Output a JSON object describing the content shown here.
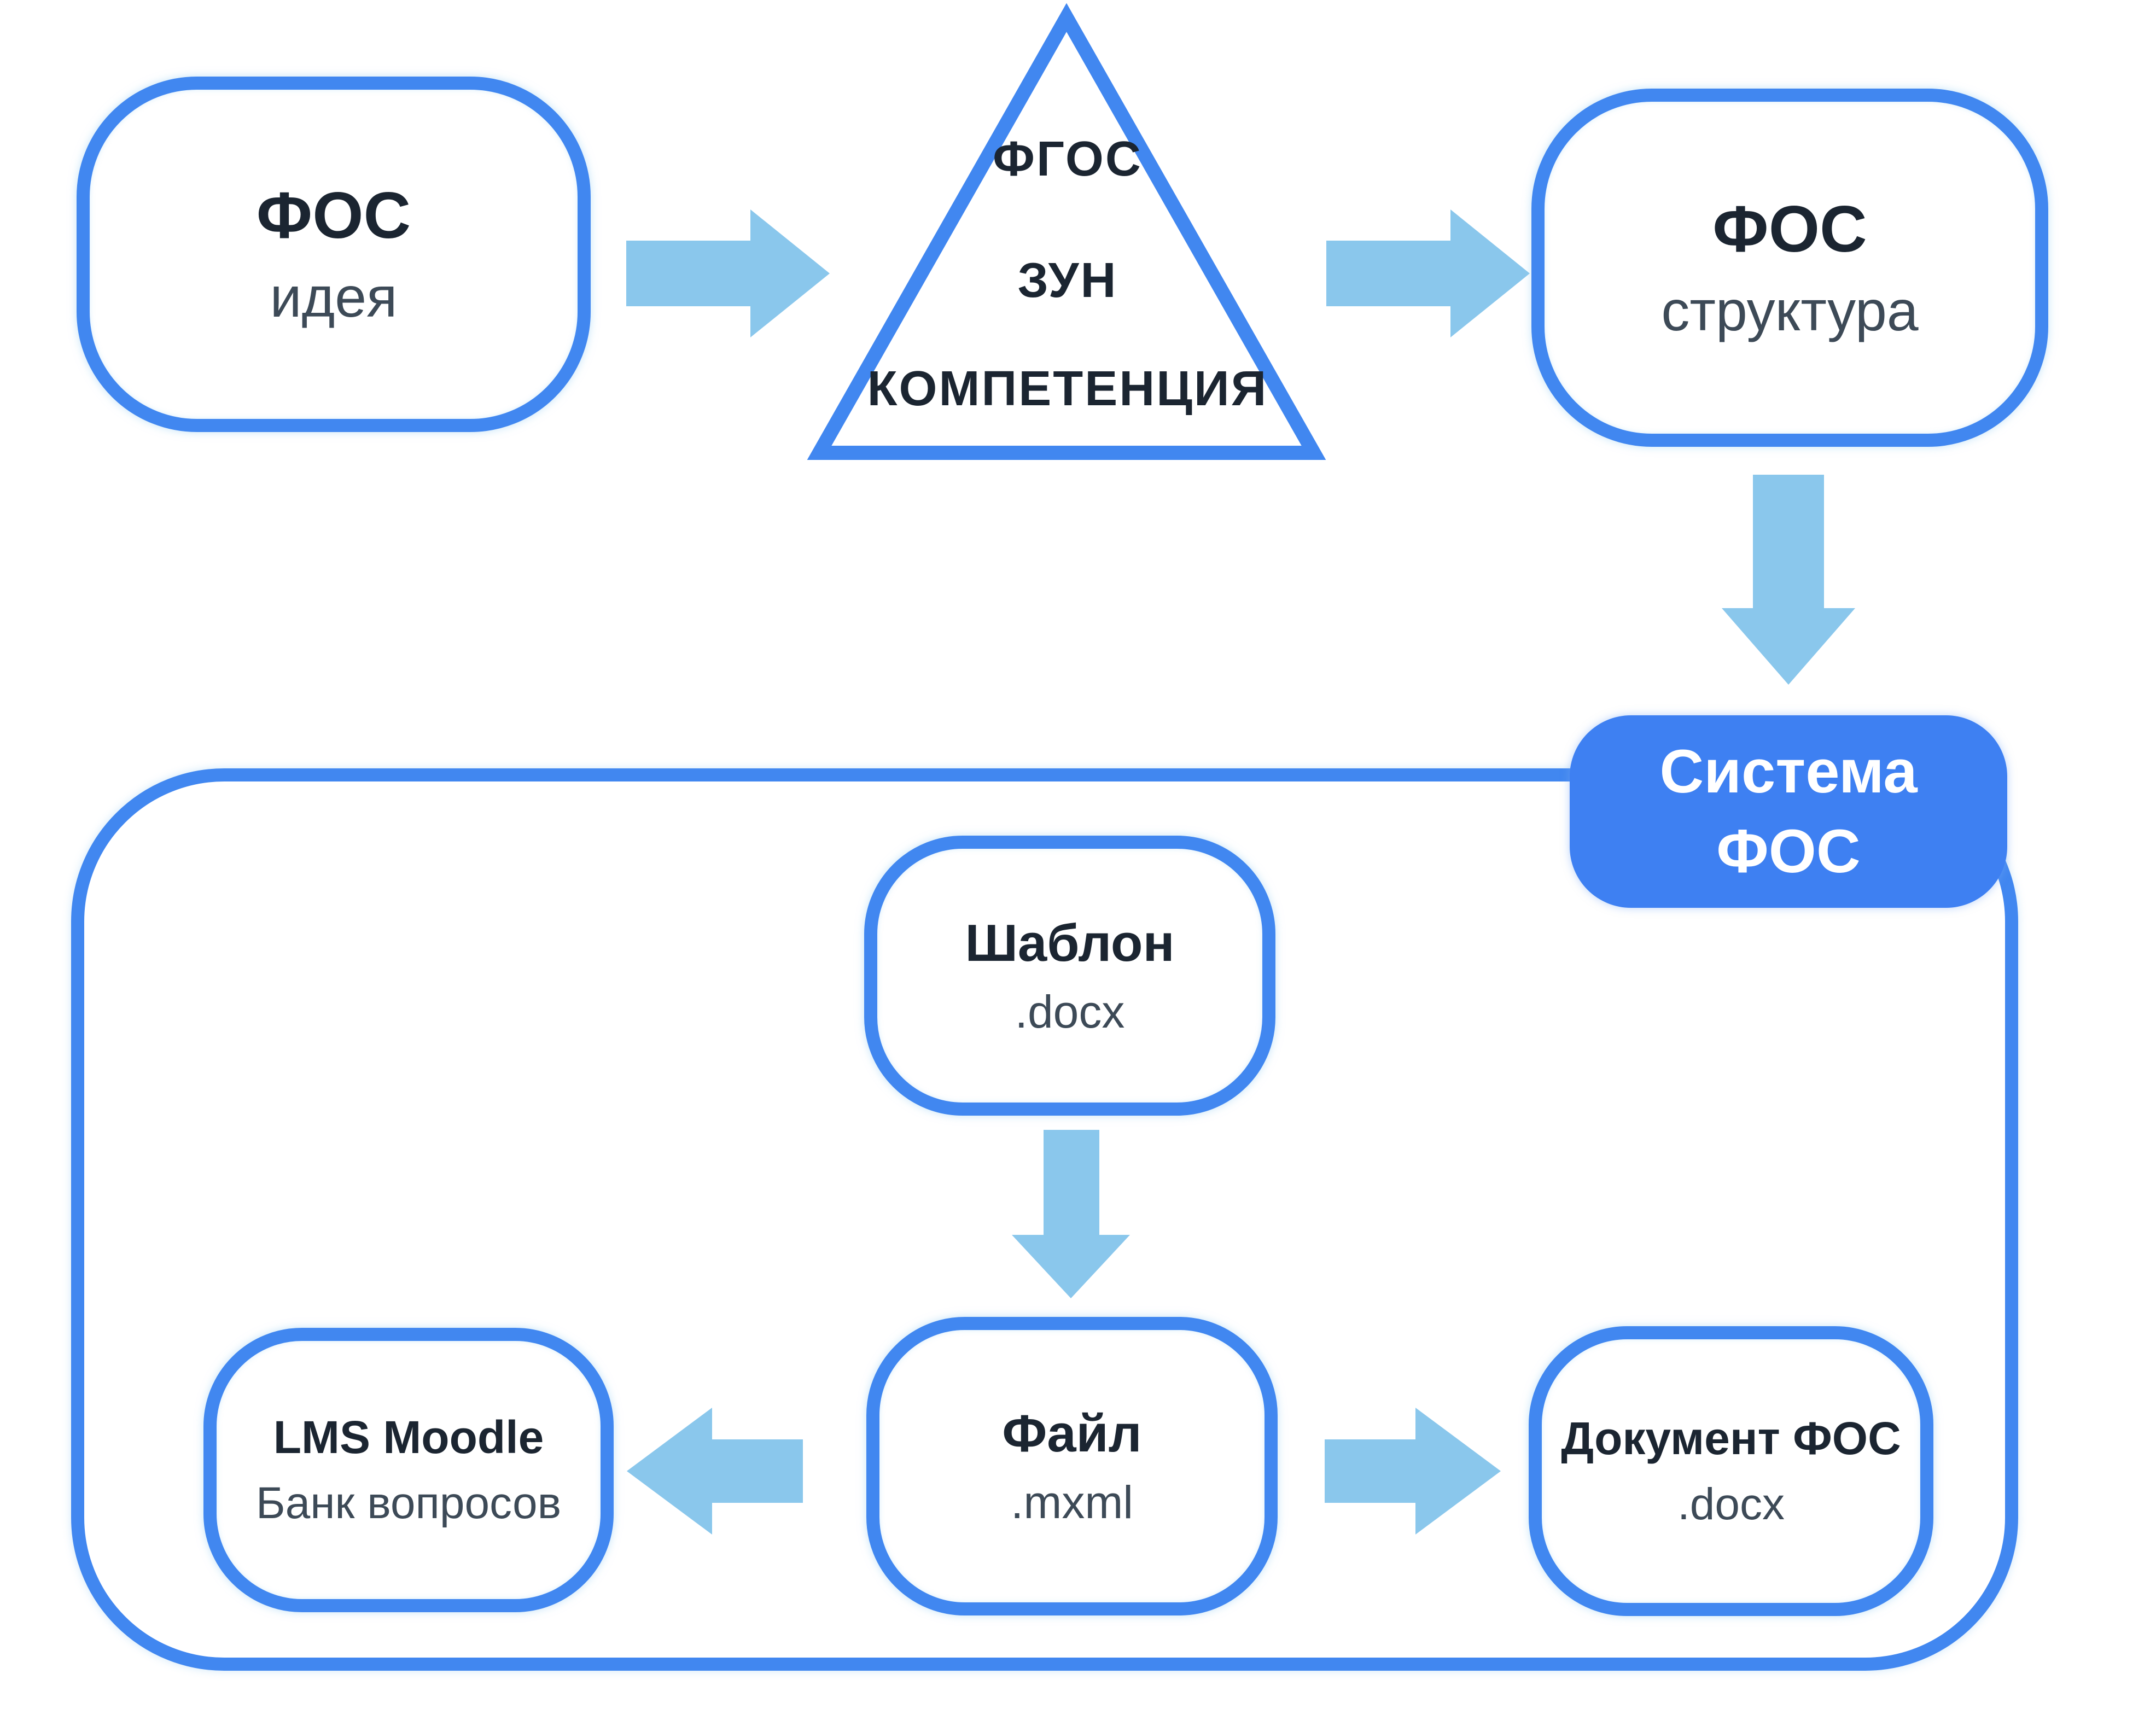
{
  "diagram": {
    "nodes": {
      "idea": {
        "title": "ФОС",
        "subtitle": "идея"
      },
      "pyramid": {
        "levels": [
          "ФГОС",
          "ЗУН",
          "КОМПЕТЕНЦИЯ"
        ]
      },
      "structure": {
        "title": "ФОС",
        "subtitle": "структура"
      },
      "system": {
        "line1": "Система",
        "line2": "ФОС"
      },
      "template": {
        "title": "Шаблон",
        "subtitle": ".docx"
      },
      "lms": {
        "title": "LMS Moodle",
        "subtitle": "Банк вопросов"
      },
      "file": {
        "title": "Файл",
        "subtitle": ".mxml"
      },
      "document": {
        "title": "Документ ФОС",
        "subtitle": ".docx"
      }
    },
    "colors": {
      "box_border": "#4187f0",
      "arrow_fill": "#8ac7ec",
      "system_fill": "#3e80f2",
      "text_primary": "#1b2531",
      "text_secondary": "#3d4a57",
      "system_text": "#ffffff",
      "page_bg": "#ffffff"
    }
  }
}
